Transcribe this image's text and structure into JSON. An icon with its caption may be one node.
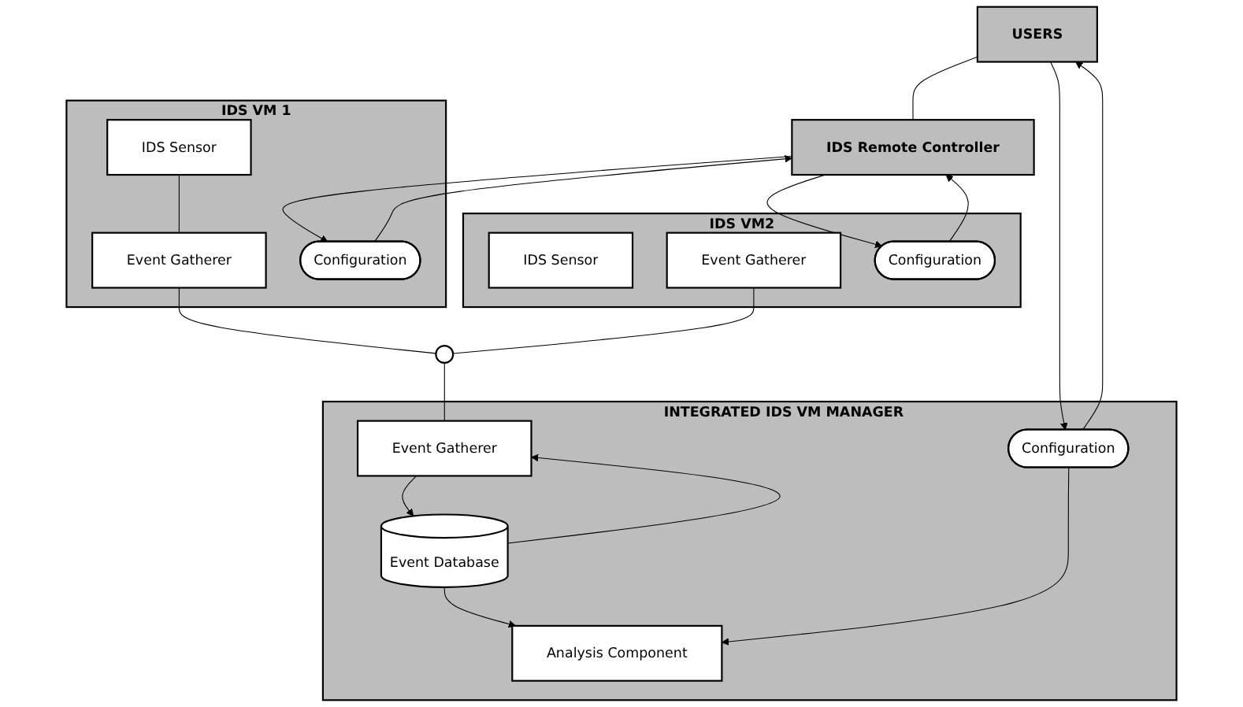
{
  "diagram": {
    "nodes": [
      {
        "text": [
          "IDS VM 1"
        ]
      },
      {
        "text": [
          "IDS Sensor"
        ],
        "in": 0
      },
      {
        "text": [
          "Event Gatherer"
        ],
        "in": 0
      },
      {
        "text": [
          "Configuration"
        ],
        "in": 0
      },
      {
        "text": [],
        "shape": "circle"
      },
      {
        "text": [
          "INTEGRATED IDS VM MANAGER"
        ]
      },
      {
        "text": [
          "Event Gatherer"
        ],
        "in": 5
      },
      {
        "text": [
          "Event Database"
        ],
        "in": 5
      },
      {
        "text": [
          "Analysis Component"
        ],
        "in": 5
      },
      {
        "text": [
          "Configuration"
        ],
        "in": 5
      },
      {
        "text": [
          "USERS"
        ]
      },
      {
        "text": [
          "IDS VM2"
        ]
      },
      {
        "text": [
          "IDS Sensor"
        ],
        "in": 11
      },
      {
        "text": [
          "Event Gatherer"
        ],
        "in": 11
      },
      {
        "text": [
          "Configuration"
        ],
        "in": 11
      },
      {
        "text": [
          "IDS Remote Controller"
        ]
      }
    ],
    "edges": [
      {
        "from": 1,
        "to": 2,
        "arrow": "none"
      },
      {
        "from": 2,
        "to": 4,
        "arrow": "none"
      },
      {
        "from": 13,
        "to": 4,
        "arrow": "none"
      },
      {
        "from": 4,
        "to": 6,
        "arrow": "none"
      },
      {
        "from": 7,
        "to": 6,
        "arrow": "to"
      },
      {
        "from": 6,
        "to": 7,
        "arrow": "to"
      },
      {
        "from": 7,
        "to": 8,
        "arrow": "to"
      },
      {
        "from": 9,
        "to": 8,
        "arrow": "to"
      },
      {
        "from": 10,
        "to": 9,
        "arrow": "to"
      },
      {
        "from": 9,
        "to": 10,
        "arrow": "to"
      },
      {
        "from": 10,
        "to": 15,
        "arrow": "none"
      },
      {
        "from": 14,
        "to": 15,
        "arrow": "to"
      },
      {
        "from": 15,
        "to": 14,
        "arrow": "to"
      },
      {
        "from": 15,
        "to": 3,
        "arrow": "to"
      },
      {
        "from": 3,
        "to": 15,
        "arrow": "to"
      }
    ]
  }
}
